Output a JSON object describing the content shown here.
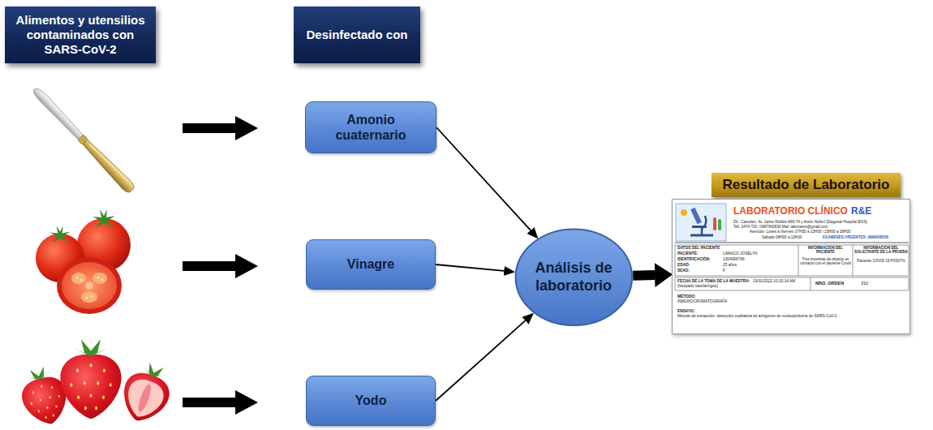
{
  "diagram": {
    "nodes": [
      {
        "text": [
          "Alimentos y utensilios contaminados con SARS-CoV-2"
        ]
      },
      {
        "text": [
          "Desinfectado con"
        ]
      },
      {
        "text": [
          "Amonio cuaternario"
        ]
      },
      {
        "text": [
          "Vinagre"
        ]
      },
      {
        "text": [
          "Yodo"
        ]
      },
      {
        "text": [
          "Análisis de laboratorio"
        ]
      },
      {
        "text": [
          "Resultado de Laboratorio"
        ]
      },
      {
        "text": [
          "LABORATORIO CLÍNICO",
          "R&E",
          "Dir.: Carcelén, Av. Jaime Roldós N69-74 y Antón Núñez (Diagonal Hospital IESS)",
          "Telf. 2474-720 / 0987642830 Mail: laborativo@gmail.com",
          "Atención: Lunes a Viernes: 07H30 a 13H00 / 15H00 a 18H00",
          "Sábado 08H00 a 13H00",
          "EXAMENES URGENTES: 0996068536",
          "DATOS DEL PACIENTE",
          "PACIENTE:",
          "LIMAICO JOSELYN",
          "IDENTIFICACIÓN:",
          "1004066746",
          "EDAD:",
          "25 años",
          "SEXO:",
          "F",
          "INFORMACION DEL PACIENTE",
          "Tres muestras de objetos en contacto con el paciente Covid",
          "INFORMACION DEL SOLICITANTE DE LA PRUEBA",
          "Paciente COVID 19 POSITIV",
          "FECHA DE LA TOMA DE LA MUESTRA:",
          "19/01/2022 10:32:14 AM",
          "(hisopado nasofaríngeo)",
          "NRO. ORDEN",
          "310",
          "MÉTODO:",
          "INMUNOCROMATOGRAFÍA",
          "ENSAYO:",
          "Método de extracción: detección cualitativa de antígenos de nucleoproteína de SARS-CoV-2"
        ]
      }
    ],
    "edges": [
      {
        "from": 2,
        "to": 5,
        "arrow": "to"
      },
      {
        "from": 3,
        "to": 5,
        "arrow": "to"
      },
      {
        "from": 4,
        "to": 5,
        "arrow": "to"
      },
      {
        "from": 5,
        "to": 7,
        "arrow": "to"
      }
    ]
  }
}
